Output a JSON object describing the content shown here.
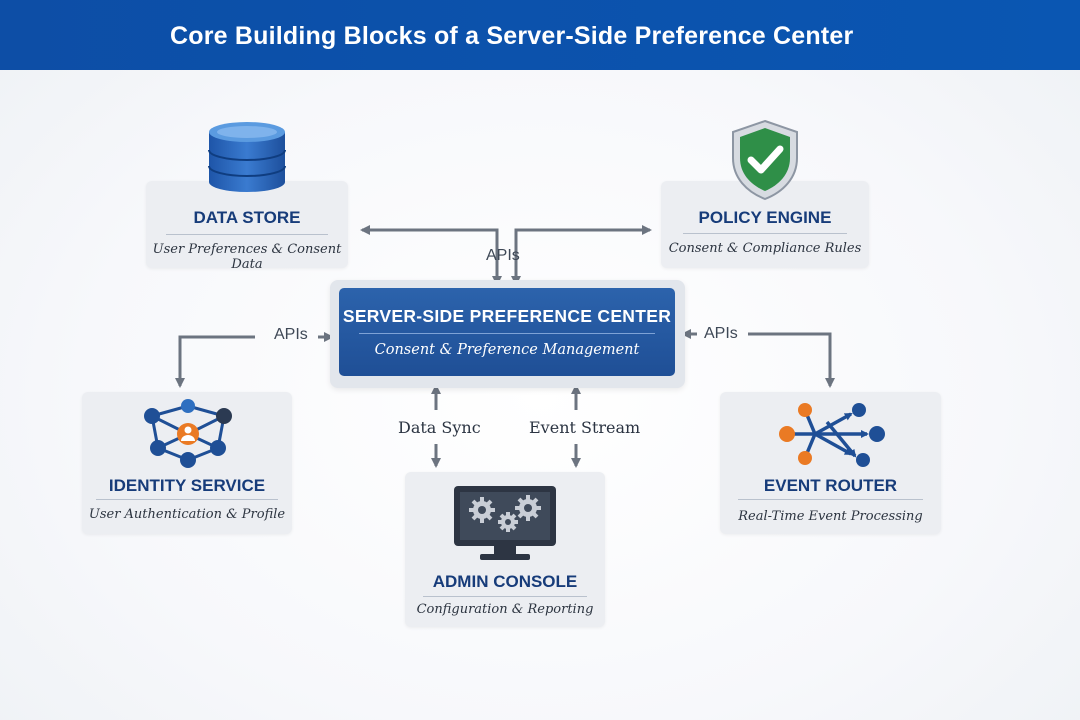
{
  "header": {
    "title": "Core Building Blocks of a Server-Side Preference Center"
  },
  "center": {
    "title": "SERVER-SIDE PREFERENCE CENTER",
    "subtitle": "Consent & Preference Management"
  },
  "components": {
    "data_store": {
      "title": "DATA STORE",
      "subtitle": "User Preferences & Consent Data"
    },
    "policy_engine": {
      "title": "POLICY ENGINE",
      "subtitle": "Consent & Compliance Rules"
    },
    "identity_service": {
      "title": "IDENTITY SERVICE",
      "subtitle": "User Authentication & Profile"
    },
    "event_router": {
      "title": "EVENT ROUTER",
      "subtitle": "Real-Time Event Processing"
    },
    "admin_console": {
      "title": "ADMIN CONSOLE",
      "subtitle": "Configuration & Reporting"
    }
  },
  "connectors": {
    "apis_top": "APIs",
    "apis_left": "APIs",
    "apis_right": "APIs",
    "data_sync": "Data Sync",
    "event_stream": "Event Stream"
  },
  "icons": {
    "data_store": "database-icon",
    "policy_engine": "shield-check-icon",
    "identity_service": "identity-network-icon",
    "event_router": "event-router-icon",
    "admin_console": "monitor-gears-icon"
  },
  "colors": {
    "header": "#0b52ad",
    "center_box": "#24579f",
    "card": "#eceef2",
    "title_text": "#173c7a",
    "arrow": "#6c7480",
    "shield_green": "#2f8f48",
    "accent_orange": "#ea7a24"
  }
}
